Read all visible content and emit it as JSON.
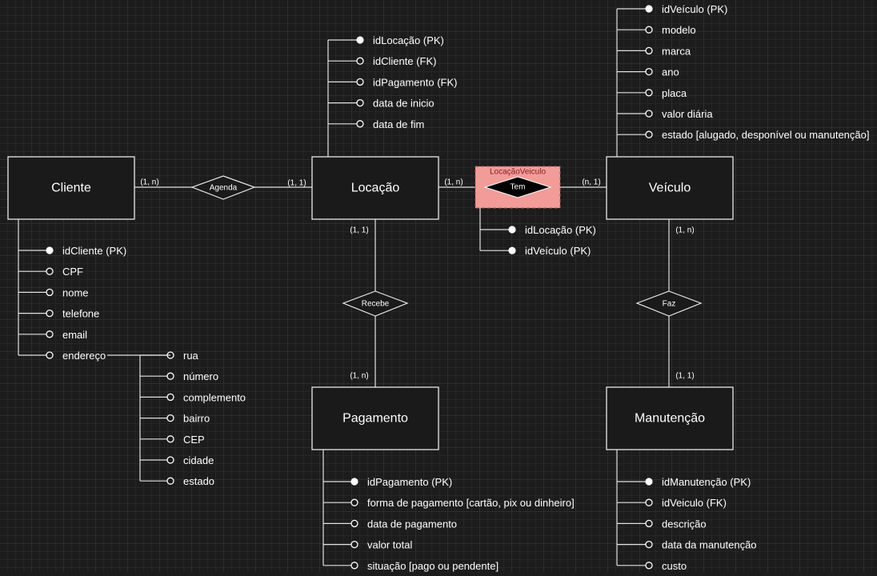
{
  "entities": {
    "cliente": "Cliente",
    "locacao": "Locação",
    "veiculo": "Veículo",
    "pagamento": "Pagamento",
    "manutencao": "Manutenção"
  },
  "relationships": {
    "agenda": "Agenda",
    "tem": "Tem",
    "recebe": "Recebe",
    "faz": "Faz"
  },
  "associative_entity": "LocaçãoVeiculo",
  "cardinalities": {
    "cliente_agenda": "(1, n)",
    "agenda_locacao": "(1, 1)",
    "locacao_tem": "(1, n)",
    "tem_veiculo": "(n, 1)",
    "locacao_recebe": "(1, 1)",
    "recebe_pagamento": "(1, n)",
    "veiculo_faz": "(1, n)",
    "faz_manutencao": "(1, 1)"
  },
  "attributes": {
    "cliente": [
      {
        "label": "idCliente (PK)",
        "pk": true
      },
      {
        "label": "CPF",
        "pk": false
      },
      {
        "label": "nome",
        "pk": false
      },
      {
        "label": "telefone",
        "pk": false
      },
      {
        "label": "email",
        "pk": false
      },
      {
        "label": "endereço",
        "pk": false
      }
    ],
    "endereco": [
      {
        "label": "rua",
        "pk": false
      },
      {
        "label": "número",
        "pk": false
      },
      {
        "label": "complemento",
        "pk": false
      },
      {
        "label": "bairro",
        "pk": false
      },
      {
        "label": "CEP",
        "pk": false
      },
      {
        "label": "cidade",
        "pk": false
      },
      {
        "label": "estado",
        "pk": false
      }
    ],
    "locacao": [
      {
        "label": "idLocação (PK)",
        "pk": true
      },
      {
        "label": "idCliente (FK)",
        "pk": false
      },
      {
        "label": "idPagamento (FK)",
        "pk": false
      },
      {
        "label": "data de inicio",
        "pk": false
      },
      {
        "label": "data de fim",
        "pk": false
      }
    ],
    "veiculo": [
      {
        "label": "idVeículo (PK)",
        "pk": true
      },
      {
        "label": "modelo",
        "pk": false
      },
      {
        "label": "marca",
        "pk": false
      },
      {
        "label": "ano",
        "pk": false
      },
      {
        "label": "placa",
        "pk": false
      },
      {
        "label": "valor diária",
        "pk": false
      },
      {
        "label": "estado [alugado, desponível ou manutenção]",
        "pk": false
      }
    ],
    "locacao_veiculo": [
      {
        "label": "idLocação (PK)",
        "pk": true
      },
      {
        "label": "idVeículo (PK)",
        "pk": true
      }
    ],
    "pagamento": [
      {
        "label": "idPagamento (PK)",
        "pk": true
      },
      {
        "label": "forma de pagamento [cartão, pix ou dinheiro]",
        "pk": false
      },
      {
        "label": "data de pagamento",
        "pk": false
      },
      {
        "label": "valor total",
        "pk": false
      },
      {
        "label": "situação [pago ou pendente]",
        "pk": false
      }
    ],
    "manutencao": [
      {
        "label": "idManutenção (PK)",
        "pk": true
      },
      {
        "label": "idVeiculo (FK)",
        "pk": false
      },
      {
        "label": "descrição",
        "pk": false
      },
      {
        "label": "data da manutenção",
        "pk": false
      },
      {
        "label": "custo",
        "pk": false
      }
    ]
  }
}
